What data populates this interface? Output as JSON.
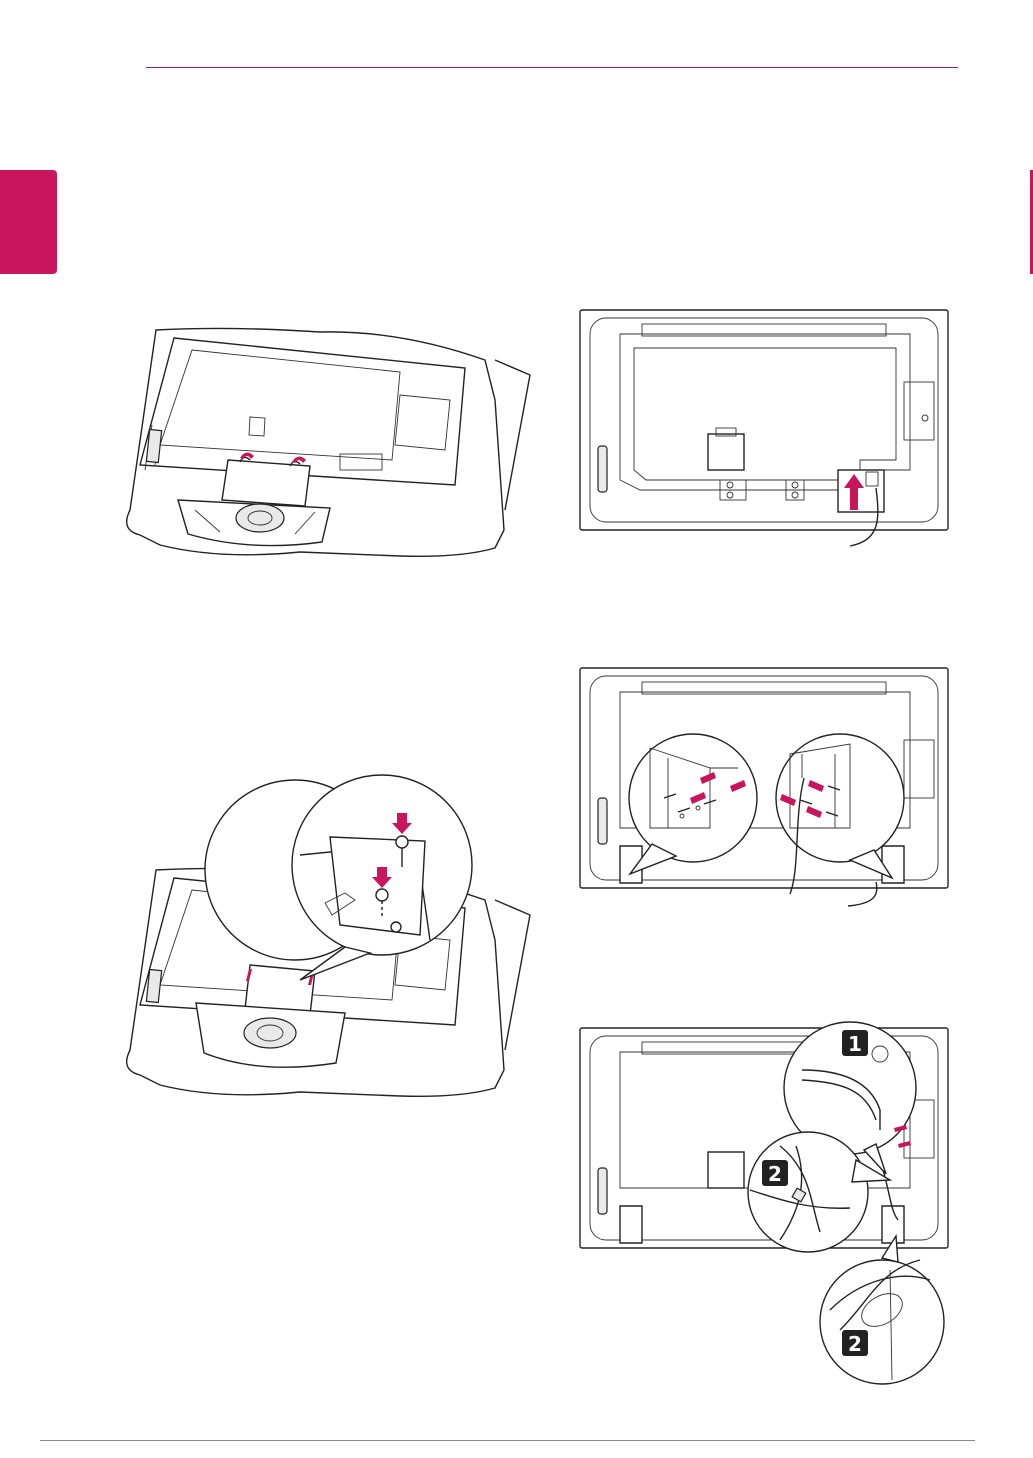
{
  "page": {
    "header_rule_color": "#b0175a",
    "accent_color": "#c8155c"
  },
  "figures": {
    "tv_stand_back": {
      "label": ""
    },
    "tv_stand_screws": {
      "label": ""
    },
    "rear_panel_cable": {
      "label": ""
    },
    "rear_panel_brackets": {
      "label": ""
    },
    "rear_panel_cable_ties": {
      "badges": [
        "1",
        "2",
        "2"
      ]
    }
  },
  "icons": [
    "arrow-icon",
    "screw-icon",
    "callout-zoom-icon",
    "step-number-badge"
  ]
}
